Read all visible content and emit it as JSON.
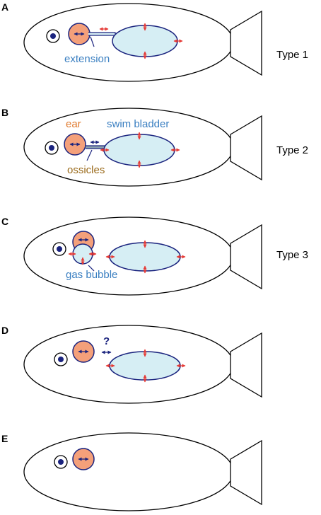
{
  "figure": {
    "panels": [
      {
        "label": "A",
        "type_label": "Type 1",
        "annotations": {
          "extension": "extension"
        },
        "has_swim_bladder": true
      },
      {
        "label": "B",
        "type_label": "Type 2",
        "annotations": {
          "ear": "ear",
          "swim_bladder": "swim bladder",
          "ossicles": "ossicles"
        },
        "has_swim_bladder": true
      },
      {
        "label": "C",
        "type_label": "Type 3",
        "annotations": {
          "gas_bubble": "gas bubble"
        },
        "has_swim_bladder": true
      },
      {
        "label": "D",
        "type_label": "",
        "annotations": {
          "question": "?"
        },
        "has_swim_bladder": true
      },
      {
        "label": "E",
        "type_label": "",
        "annotations": {},
        "has_swim_bladder": false
      }
    ],
    "colors": {
      "outline": "#000000",
      "ear_fill": "#f4a07a",
      "ear_stroke": "#1a237e",
      "bladder_fill": "#d6eef4",
      "bladder_stroke": "#1a237e",
      "arrow_red": "#e53935",
      "arrow_blue": "#1a237e",
      "label_blue": "#3a7fc1",
      "label_orange": "#e07a2e",
      "label_brown": "#9a6a1a"
    }
  }
}
